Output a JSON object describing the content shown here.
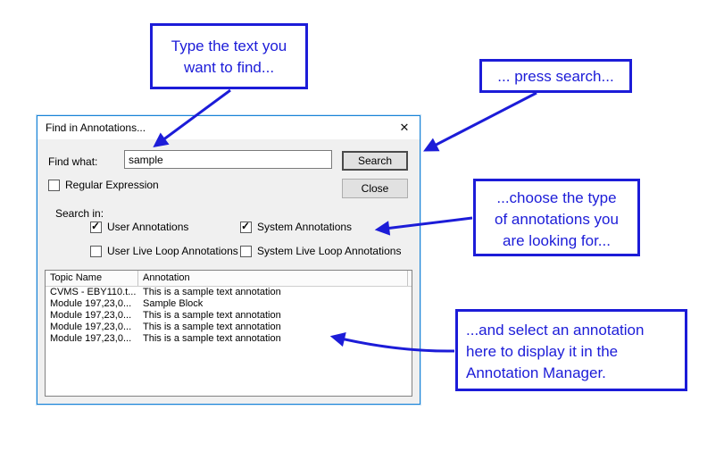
{
  "colors": {
    "callout_blue": "#1c1cd8",
    "dialog_border_blue": "#1883d7",
    "dialog_bg": "#f0f0f0"
  },
  "callouts": {
    "type_text": {
      "line1": "Type the text you",
      "line2": "want to find..."
    },
    "press": {
      "line1": "... press search..."
    },
    "choose": {
      "line1": "...choose the type",
      "line2": "of annotations you",
      "line3": "are looking for..."
    },
    "select": {
      "line1": "...and select an annotation",
      "line2": "here to display it in the",
      "line3": "Annotation Manager."
    }
  },
  "dialog": {
    "title": "Find in Annotations...",
    "close_glyph": "✕",
    "find_what_label": "Find what:",
    "find_what_value": "sample",
    "search_button_label": "Search",
    "close_button_label": "Close",
    "regex_label": "Regular Expression",
    "regex_mark": "",
    "search_in_label": "Search in:",
    "checkboxes": [
      {
        "label": "User Annotations",
        "checked": true,
        "mark": "✓"
      },
      {
        "label": "System Annotations",
        "checked": true,
        "mark": "✓"
      },
      {
        "label": "User Live Loop Annotations",
        "checked": false,
        "mark": ""
      },
      {
        "label": "System Live Loop Annotations",
        "checked": false,
        "mark": ""
      }
    ],
    "list": {
      "columns": [
        "Topic Name",
        "Annotation"
      ],
      "rows": [
        [
          "CVMS - EBY110.t...",
          "This is a sample text annotation"
        ],
        [
          "Module 197,23,0...",
          "Sample Block"
        ],
        [
          "Module 197,23,0...",
          "This is a sample text annotation"
        ],
        [
          "Module 197,23,0...",
          "This is a sample text annotation"
        ],
        [
          "Module 197,23,0...",
          "This is a sample text annotation"
        ]
      ]
    }
  }
}
